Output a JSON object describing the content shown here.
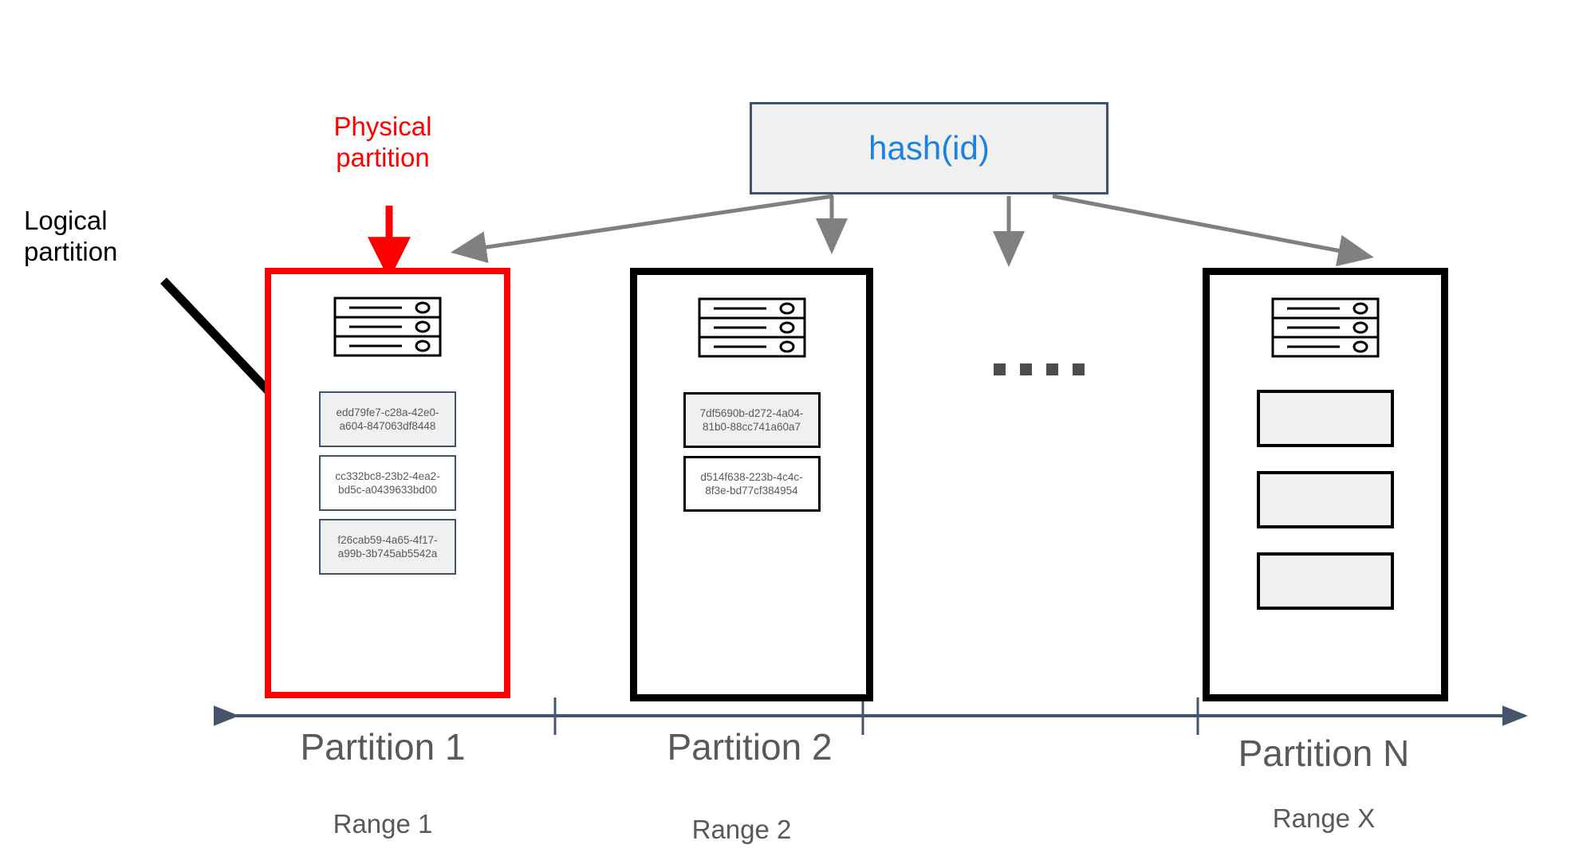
{
  "annotations": {
    "physical_partition": "Physical\npartition",
    "logical_partition": "Logical\npartition"
  },
  "hash": {
    "label": "hash(id)"
  },
  "ellipsis": {
    "dot_count": 4
  },
  "colors": {
    "physical_label": "#ff0000",
    "logical_label": "#000000",
    "hash_text": "#1c82e2",
    "hash_border": "#41536b",
    "hash_fill": "#f0f0f0",
    "partition_1_border": "#ff0000",
    "partition_other_border": "#000000",
    "axis": "#44546a",
    "caption_text": "#595959",
    "arrow_gray": "#808080",
    "dot": "#4d4d4d"
  },
  "partitions": [
    {
      "id": "partition-1",
      "axis_label": "Partition 1",
      "range_label": "Range 1",
      "border_color": "#ff0000",
      "server_icon": "server-stack-icon",
      "records": [
        {
          "text": "edd79fe7-c28a-42e0-\na604-847063df8448",
          "filled": true
        },
        {
          "text": "cc332bc8-23b2-4ea2-\nbd5c-a0439633bd00",
          "filled": false
        },
        {
          "text": "f26cab59-4a65-4f17-\na99b-3b745ab5542a",
          "filled": true
        }
      ]
    },
    {
      "id": "partition-2",
      "axis_label": "Partition 2",
      "range_label": "Range 2",
      "border_color": "#000000",
      "server_icon": "server-stack-icon",
      "records": [
        {
          "text": "7df5690b-d272-4a04-\n81b0-88cc741a60a7",
          "filled": true
        },
        {
          "text": "d514f638-223b-4c4c-\n8f3e-bd77cf384954",
          "filled": false
        }
      ]
    },
    {
      "id": "partition-n",
      "axis_label": "Partition N",
      "range_label": "Range X",
      "border_color": "#000000",
      "server_icon": "server-stack-icon",
      "records": [
        {
          "text": "",
          "filled": true
        },
        {
          "text": "",
          "filled": true
        },
        {
          "text": "",
          "filled": true
        }
      ]
    }
  ]
}
